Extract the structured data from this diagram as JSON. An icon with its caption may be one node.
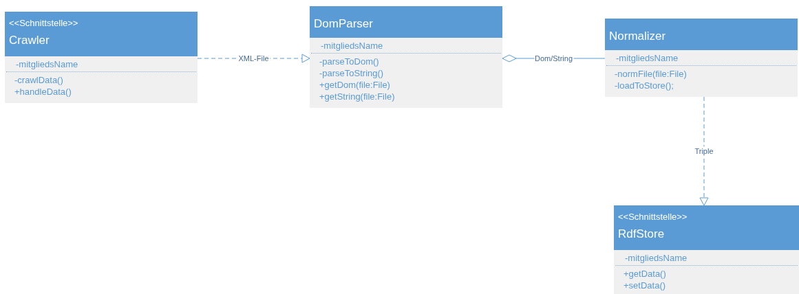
{
  "diagram": {
    "nodes": [
      {
        "text": [
          "<<Schnittstelle>>",
          "Crawler"
        ]
      },
      {
        "text": [
          "-mitgliedsName"
        ],
        "in": 0
      },
      {
        "text": [
          "-crawlData()",
          "+handleData()"
        ],
        "in": 0
      },
      {
        "text": [
          "DomParser"
        ]
      },
      {
        "text": [
          "-mitgliedsName"
        ],
        "in": 3
      },
      {
        "text": [
          "-parseToDom()",
          "-parseToString()",
          "+getDom(file:File)",
          "+getString(file:File)"
        ],
        "in": 3
      },
      {
        "text": [
          "Normalizer"
        ]
      },
      {
        "text": [
          "-mitgliedsName"
        ],
        "in": 6
      },
      {
        "text": [
          "-normFile(file:File)",
          "-loadToStore();"
        ],
        "in": 6
      },
      {
        "text": [
          "<<Schnittstelle>>",
          "RdfStore"
        ]
      },
      {
        "text": [
          "-mitgliedsName"
        ],
        "in": 9
      },
      {
        "text": [
          "+getData()",
          "+setData()"
        ],
        "in": 9
      }
    ],
    "edges": [
      {
        "from": 0,
        "to": 3,
        "arrow": "to",
        "label": "XML-File",
        "style": "dashed"
      },
      {
        "from": 6,
        "to": 3,
        "arrow": "other",
        "label": "Dom/String"
      },
      {
        "from": 6,
        "to": 9,
        "arrow": "to",
        "label": "Triple",
        "style": "dashed"
      }
    ]
  }
}
